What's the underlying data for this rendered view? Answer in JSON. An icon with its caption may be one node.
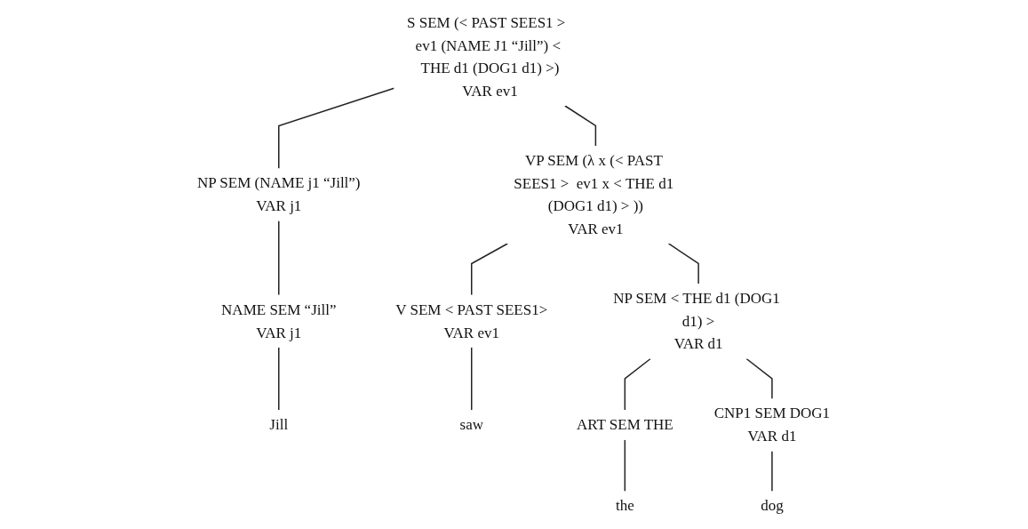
{
  "diagram": {
    "nodes": [
      {
        "text": [
          "S SEM (< PAST SEES1 >  ev1 (NAME J1 “Jill”) < THE d1 (DOG1 d1) >)",
          "VAR ev1"
        ]
      },
      {
        "text": [
          "NP SEM (NAME j1 “Jill”)",
          "VAR j1"
        ]
      },
      {
        "text": [
          "VP SEM (λ x (< PAST SEES1 >  ev1 x < THE d1 (DOG1 d1) > ))",
          "VAR ev1"
        ]
      },
      {
        "text": [
          "NAME SEM “Jill”",
          "VAR j1"
        ]
      },
      {
        "text": [
          "V SEM < PAST SEES1>",
          "VAR ev1"
        ]
      },
      {
        "text": [
          "NP SEM < THE d1 (DOG1 d1) >",
          "VAR d1"
        ]
      },
      {
        "text": [
          "ART SEM THE"
        ]
      },
      {
        "text": [
          "CNP1 SEM DOG1",
          "VAR d1"
        ]
      },
      {
        "text": [
          "Jill"
        ]
      },
      {
        "text": [
          "saw"
        ]
      },
      {
        "text": [
          "the"
        ]
      },
      {
        "text": [
          "dog"
        ]
      }
    ],
    "edges": [
      {
        "from": 0,
        "to": 1,
        "arrow": "none"
      },
      {
        "from": 0,
        "to": 2,
        "arrow": "none"
      },
      {
        "from": 1,
        "to": 3,
        "arrow": "none"
      },
      {
        "from": 2,
        "to": 4,
        "arrow": "none"
      },
      {
        "from": 2,
        "to": 5,
        "arrow": "none"
      },
      {
        "from": 5,
        "to": 6,
        "arrow": "none"
      },
      {
        "from": 5,
        "to": 7,
        "arrow": "none"
      },
      {
        "from": 3,
        "to": 8,
        "arrow": "none"
      },
      {
        "from": 4,
        "to": 9,
        "arrow": "none"
      },
      {
        "from": 6,
        "to": 10,
        "arrow": "none"
      },
      {
        "from": 7,
        "to": 11,
        "arrow": "none"
      }
    ]
  }
}
